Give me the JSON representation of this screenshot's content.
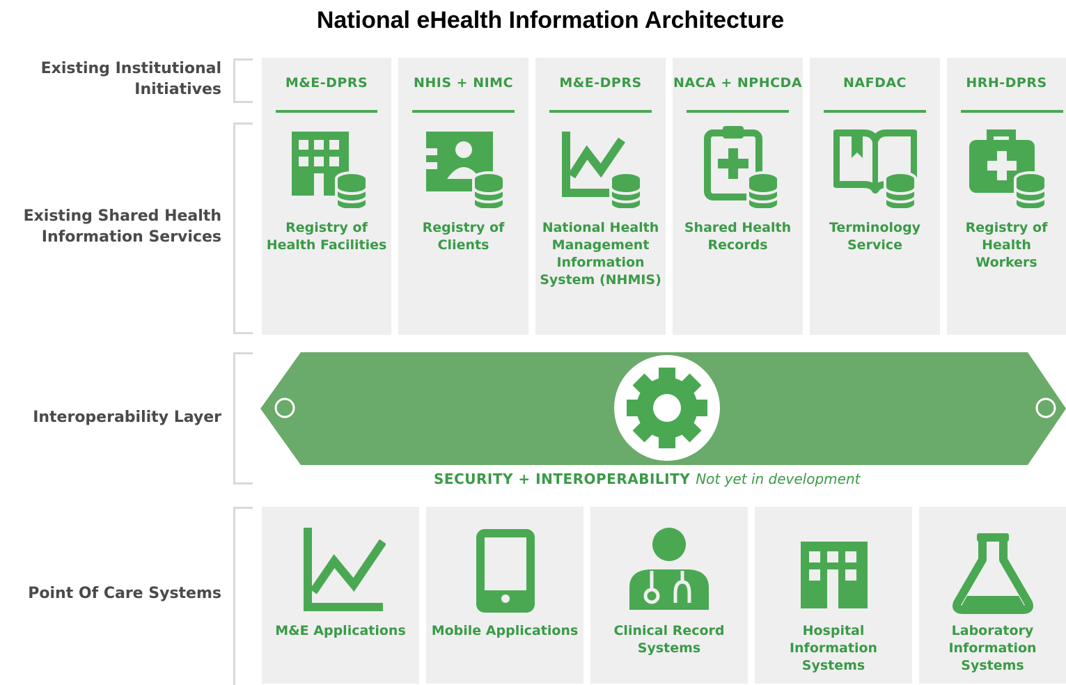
{
  "title": "National eHealth Information Architecture",
  "rows": {
    "institutional": "Existing Institutional Initiatives",
    "shared": "Existing Shared Health Information Services",
    "interop": "Interoperability Layer",
    "poc": "Point Of Care Systems"
  },
  "columns": [
    {
      "initiative": "M&E-DPRS",
      "service": "Registry of Health Facilities",
      "icon": "building-database-icon"
    },
    {
      "initiative": "NHIS + NIMC",
      "service": "Registry of Clients",
      "icon": "id-card-database-icon"
    },
    {
      "initiative": "M&E-DPRS",
      "service": "National Health Management Information System (NHMIS)",
      "icon": "chart-database-icon"
    },
    {
      "initiative": "NACA + NPHCDA",
      "service": "Shared Health Records",
      "icon": "clipboard-database-icon"
    },
    {
      "initiative": "NAFDAC",
      "service": "Terminology Service",
      "icon": "book-database-icon"
    },
    {
      "initiative": "HRH-DPRS",
      "service": "Registry of Health Workers",
      "icon": "medkit-database-icon"
    }
  ],
  "interoperability": {
    "label": "SECURITY + INTEROPERABILITY",
    "note": "Not yet in development",
    "icon": "gear-icon"
  },
  "point_of_care": [
    {
      "label": "M&E Applications",
      "icon": "chart-icon"
    },
    {
      "label": "Mobile Applications",
      "icon": "tablet-icon"
    },
    {
      "label": "Clinical Record Systems",
      "icon": "doctor-icon"
    },
    {
      "label": "Hospital Information Systems",
      "icon": "building-icon"
    },
    {
      "label": "Laboratory Information Systems",
      "icon": "flask-icon"
    }
  ],
  "colors": {
    "green": "#4aa853",
    "banner": "#6aaa6a",
    "panel": "#efefef",
    "label": "#4a4a4a"
  }
}
